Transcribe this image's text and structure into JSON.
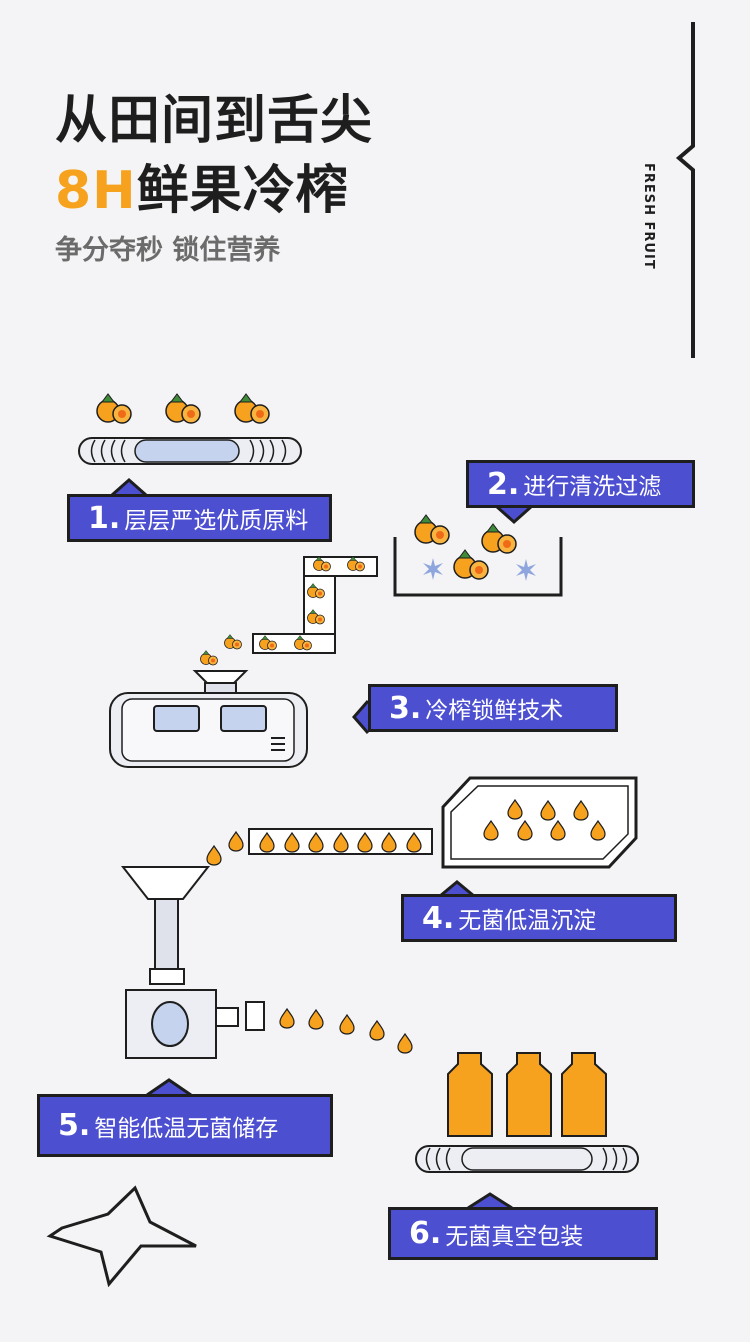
{
  "header": {
    "title_line1": "从田间到舌尖",
    "title_line2_accent": "8H",
    "title_line2_rest": "鲜果冷榨",
    "subtitle": "争分夺秒 锁住营养",
    "side_text": "FRESH FRUIT"
  },
  "colors": {
    "accent": "#f6a21f",
    "label_bg": "#4d4fd1",
    "ink": "#1e1e1e",
    "background": "#f4f4f6"
  },
  "steps": [
    {
      "num": "1.",
      "text": "层层严选优质原料"
    },
    {
      "num": "2.",
      "text": "进行清洗过滤"
    },
    {
      "num": "3.",
      "text": "冷榨锁鲜技术"
    },
    {
      "num": "4.",
      "text": "无菌低温沉淀"
    },
    {
      "num": "5.",
      "text": "智能低温无菌储存"
    },
    {
      "num": "6.",
      "text": "无菌真空包装"
    }
  ],
  "icons": [
    "fruit-icon",
    "conveyor-belt-icon",
    "wash-tank-icon",
    "sparkle-icon",
    "cold-press-machine-icon",
    "juice-drop-icon",
    "sediment-tank-icon",
    "storage-machine-icon",
    "juice-bottle-icon",
    "burst-icon"
  ]
}
